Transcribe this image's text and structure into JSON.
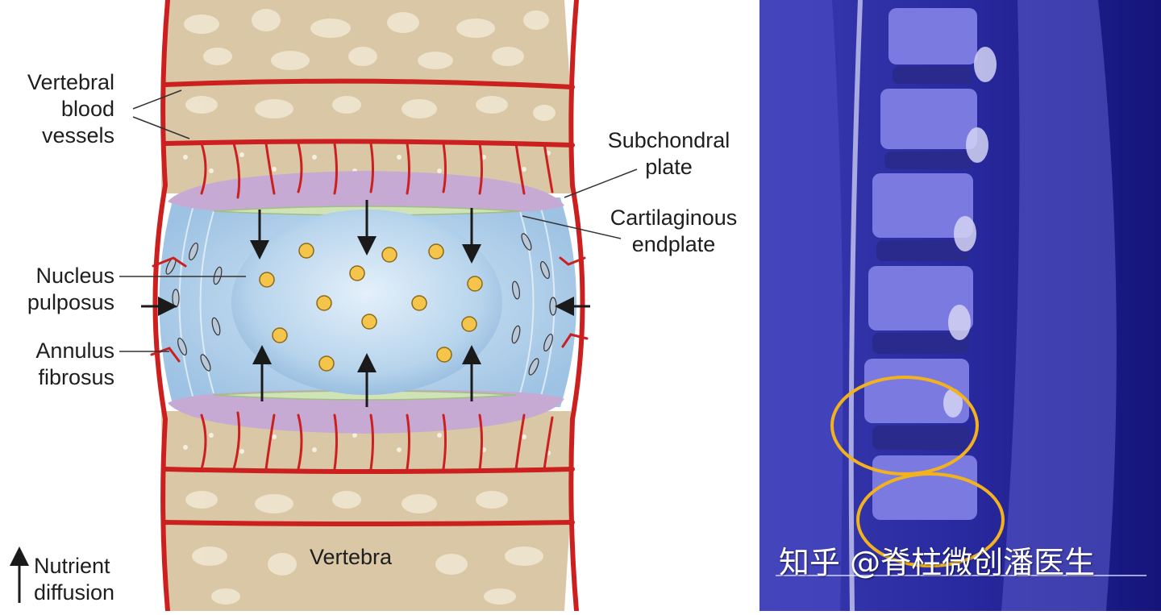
{
  "diagram": {
    "labels": {
      "vertebral_blood_vessels": [
        "Vertebral",
        "blood",
        "vessels"
      ],
      "subchondral_plate": [
        "Subchondral",
        "plate"
      ],
      "cartilaginous_endplate": [
        "Cartilaginous",
        "endplate"
      ],
      "nucleus_pulposus": [
        "Nucleus",
        "pulposus"
      ],
      "annulus_fibrosus": [
        "Annulus",
        "fibrosus"
      ],
      "vertebra": "Vertebra",
      "nutrient_diffusion": [
        "Nutrient",
        "diffusion"
      ]
    },
    "colors": {
      "bone": "#d9c7a6",
      "bone_pore": "#f0e6d0",
      "vessel": "#cc1f1f",
      "annulus": "#bcd8ee",
      "nucleus": "#a9cbe8",
      "subchondral_plate": "#c7aad3",
      "cartilaginous_endplate": "#cfe3b6",
      "cell": "#f5c44a",
      "arrow": "#1a1a1a"
    }
  },
  "mri": {
    "watermark": "知乎 @脊柱微创潘医生",
    "colors": {
      "background": "#1a1a8a",
      "tissue": "#6a6adc",
      "highlight_circle": "#f2b21e"
    }
  }
}
